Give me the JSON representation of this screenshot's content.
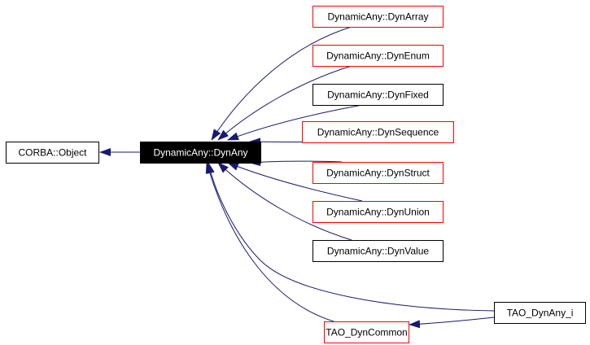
{
  "diagram": {
    "colors": {
      "edge": "#191970",
      "arrowhead": "#191970",
      "box_black": "#000000",
      "box_red": "#ff0000",
      "focus_fill": "#000000",
      "focus_text": "#ffffff",
      "text": "#000000",
      "background": "#ffffff"
    },
    "nodes": [
      {
        "id": "corba_object",
        "label": "CORBA::Object",
        "border": "black",
        "focus": false
      },
      {
        "id": "dynany",
        "label": "DynamicAny::DynAny",
        "border": "black",
        "focus": true
      },
      {
        "id": "dynarray",
        "label": "DynamicAny::DynArray",
        "border": "red",
        "focus": false
      },
      {
        "id": "dynenum",
        "label": "DynamicAny::DynEnum",
        "border": "red",
        "focus": false
      },
      {
        "id": "dynfixed",
        "label": "DynamicAny::DynFixed",
        "border": "black",
        "focus": false
      },
      {
        "id": "dynsequence",
        "label": "DynamicAny::DynSequence",
        "border": "red",
        "focus": false
      },
      {
        "id": "dynstruct",
        "label": "DynamicAny::DynStruct",
        "border": "red",
        "focus": false
      },
      {
        "id": "dynunion",
        "label": "DynamicAny::DynUnion",
        "border": "red",
        "focus": false
      },
      {
        "id": "dynvalue",
        "label": "DynamicAny::DynValue",
        "border": "black",
        "focus": false
      },
      {
        "id": "tao_dyncommon",
        "label": "TAO_DynCommon",
        "border": "red",
        "focus": false
      },
      {
        "id": "tao_dynany_i",
        "label": "TAO_DynAny_i",
        "border": "black",
        "focus": false
      }
    ],
    "edges": [
      {
        "from": "dynany",
        "to": "corba_object"
      },
      {
        "from": "dynarray",
        "to": "dynany"
      },
      {
        "from": "dynenum",
        "to": "dynany"
      },
      {
        "from": "dynfixed",
        "to": "dynany"
      },
      {
        "from": "dynsequence",
        "to": "dynany"
      },
      {
        "from": "dynstruct",
        "to": "dynany"
      },
      {
        "from": "dynunion",
        "to": "dynany"
      },
      {
        "from": "dynvalue",
        "to": "dynany"
      },
      {
        "from": "tao_dyncommon",
        "to": "dynany"
      },
      {
        "from": "tao_dynany_i",
        "to": "dynany"
      },
      {
        "from": "tao_dynany_i",
        "to": "tao_dyncommon"
      }
    ]
  }
}
